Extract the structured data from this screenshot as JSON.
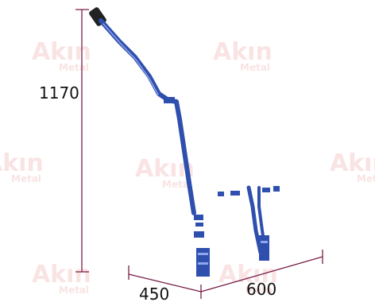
{
  "watermark": {
    "main": "Akın",
    "sub": "Metal"
  },
  "dimensions": {
    "height_label": "1170",
    "depth_label": "450",
    "width_label": "600"
  },
  "colors": {
    "dimension_line": "#7a1f4a",
    "frame": "#2f4fae",
    "frame_highlight": "#8fa6ee",
    "grip": "#222222",
    "watermark": "#d02020"
  },
  "icons": {
    "product": "hand-truck-frame"
  }
}
